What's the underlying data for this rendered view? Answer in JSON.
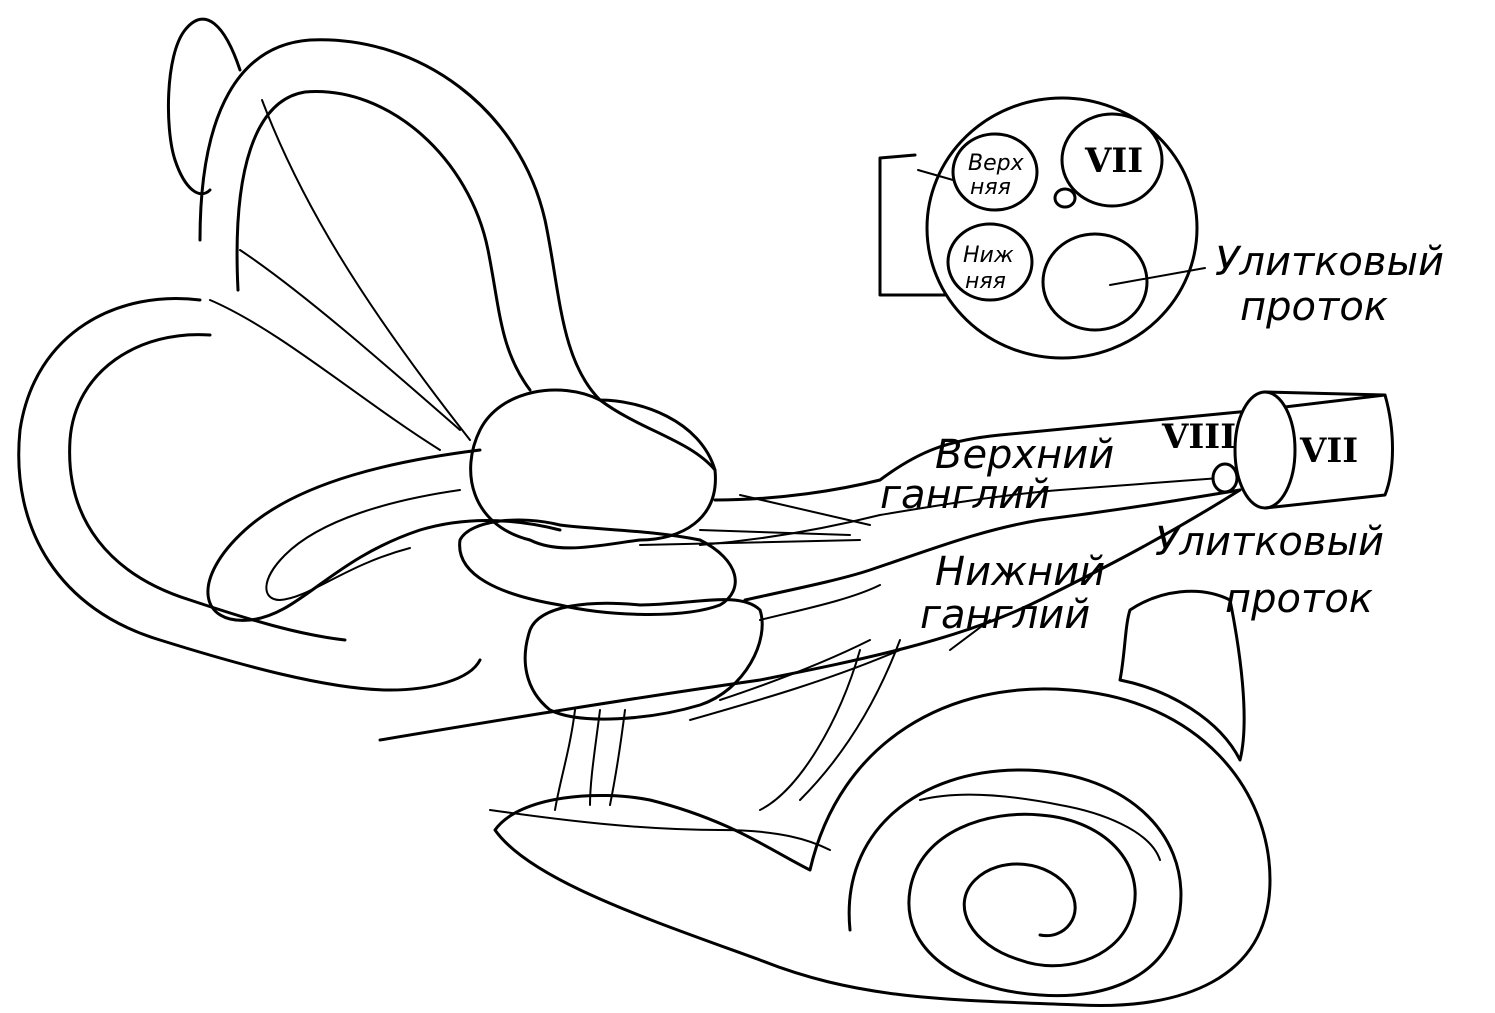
{
  "cross_section": {
    "superior_label_line1": "Верх",
    "superior_label_line2": "няя",
    "inferior_label_line1": "Ниж",
    "inferior_label_line2": "няя",
    "facial_nerve": "VII",
    "cochlear_duct_line1": "Улитковый",
    "cochlear_duct_line2": "проток"
  },
  "main": {
    "nerve_viii": "VIII",
    "nerve_vii": "VII",
    "superior_ganglion_line1": "Верхний",
    "superior_ganglion_line2": "ганглий",
    "inferior_ganglion_line1": "Нижний",
    "inferior_ganglion_line2": "ганглий",
    "cochlear_duct_line1": "Улитковый",
    "cochlear_duct_line2": "проток"
  }
}
